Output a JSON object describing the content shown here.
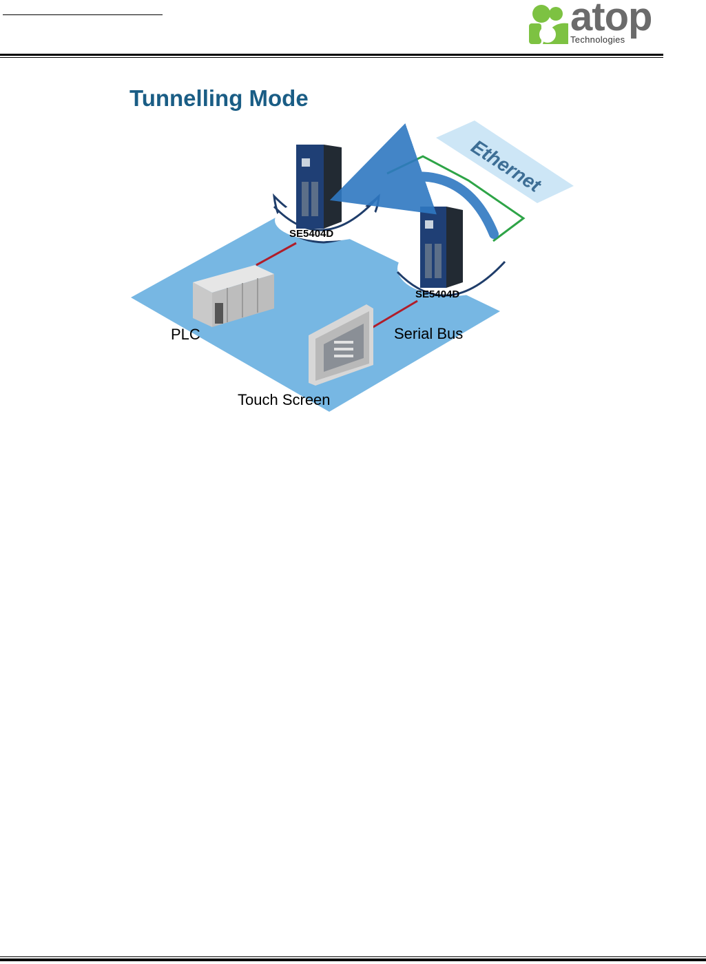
{
  "header": {
    "logo": {
      "brand": "atop",
      "tagline": "Technologies",
      "colors": {
        "mark": "#7dc242",
        "text": "#6b6b6b"
      }
    }
  },
  "diagram": {
    "title": "Tunnelling Mode",
    "network_label": "Ethernet",
    "device_left_label": "SE5404D",
    "device_right_label": "SE5404D",
    "plc_label": "PLC",
    "touch_screen_label": "Touch Screen",
    "serial_bus_label": "Serial Bus",
    "colors": {
      "title": "#1a5d85",
      "floor": "#77b7e3",
      "ethernet_band": "#cde6f6",
      "ethernet_line": "#2ea447",
      "serial_line": "#b01d2a",
      "arrow": "#2f78c2",
      "device": "#1f3f75"
    }
  }
}
